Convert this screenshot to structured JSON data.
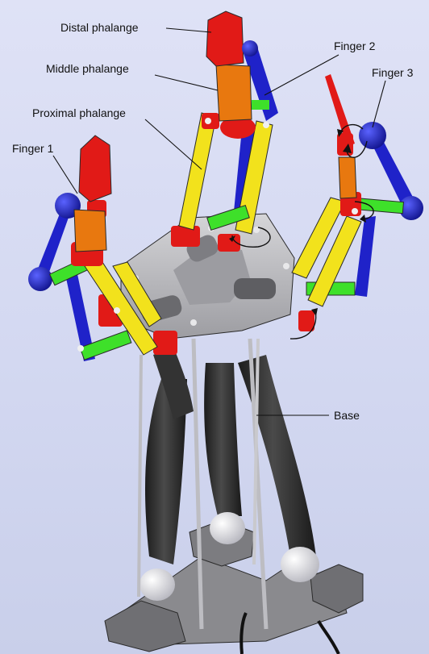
{
  "labels": {
    "distal": "Distal phalange",
    "middle": "Middle phalange",
    "proximal": "Proximal phalange",
    "finger1": "Finger 1",
    "finger2": "Finger 2",
    "finger3": "Finger 3",
    "base": "Base"
  },
  "colors": {
    "distal": "#e11a17",
    "middle": "#e8780f",
    "proximal": "#f2e21c",
    "link_green": "#3ee02a",
    "link_blue": "#1f22c9",
    "palm": "#b9b9bd",
    "leg": "#2e2e2e",
    "joint": "#d9d9d9"
  }
}
